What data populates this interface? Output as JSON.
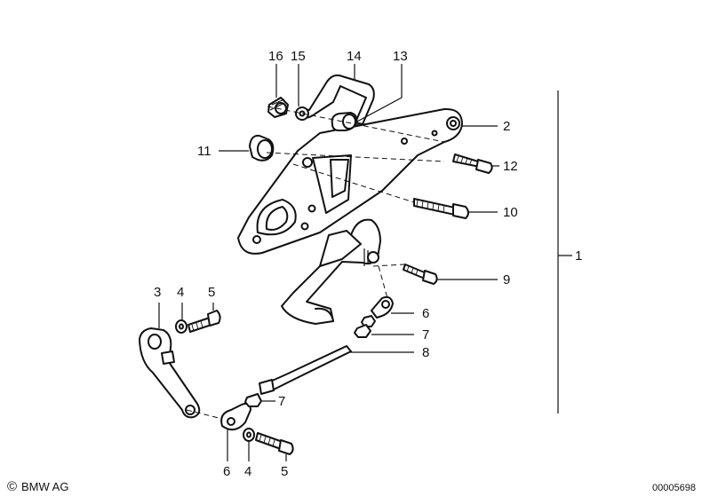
{
  "callouts": [
    "1",
    "2",
    "3",
    "4",
    "5",
    "6",
    "7",
    "8",
    "9",
    "10",
    "11",
    "12",
    "13",
    "14",
    "15",
    "16"
  ],
  "footer": {
    "copyright_symbol": "©",
    "brand": "BMW AG",
    "image_number": "00005698"
  }
}
